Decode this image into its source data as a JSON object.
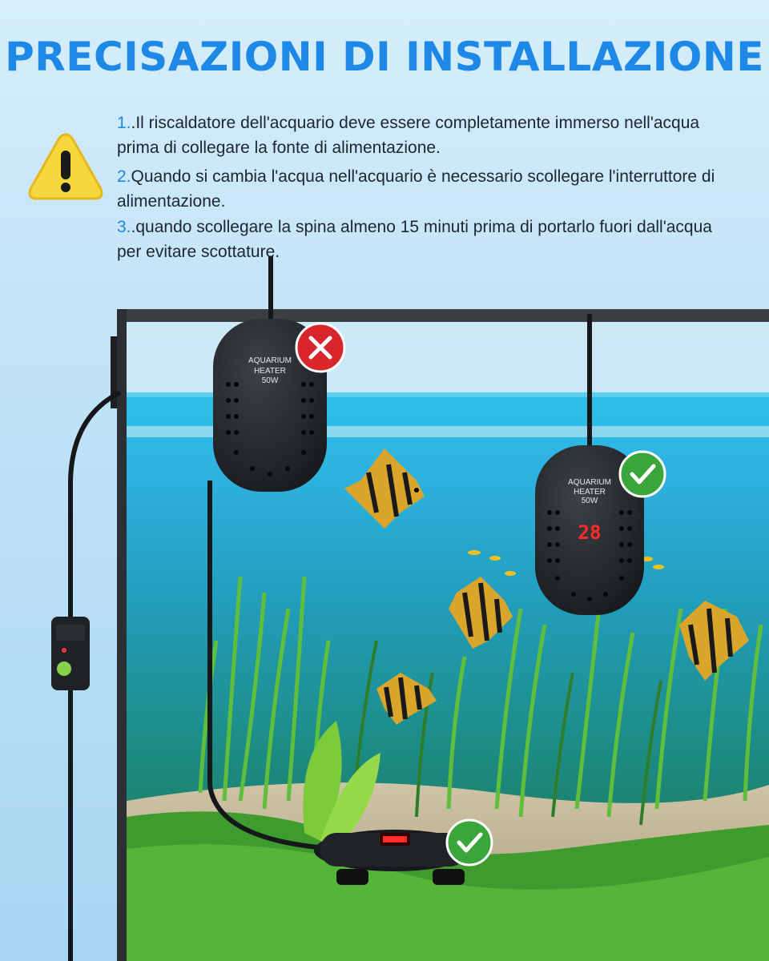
{
  "title": "PRECISAZIONI DI INSTALLAZIONE",
  "rules": [
    {
      "num": "1.",
      "text": ".Il riscaldatore dell'acquario deve essere completamente immerso nell'acqua prima di collegare la fonte di alimentazione."
    },
    {
      "num": "2.",
      "text": "Quando si cambia l'acqua nell'acquario è necessario scollegare l'interruttore di alimentazione."
    },
    {
      "num": "3.",
      "text": ".quando scollegare la spina almeno 15 minuti prima di portarlo fuori dall'acqua per evitare scottature."
    }
  ],
  "heater_wrong": {
    "line1": "AQUARIUM",
    "line2": "HEATER",
    "power": "50W",
    "status": "wrong"
  },
  "heater_right": {
    "line1": "AQUARIUM",
    "line2": "HEATER",
    "power": "50W",
    "display": "28",
    "status": "correct"
  },
  "heater_bottom": {
    "status": "correct"
  },
  "colors": {
    "accent": "#1d88e6",
    "wrong": "#d9262b",
    "correct": "#3aa63a",
    "warning": "#f6d83c"
  }
}
